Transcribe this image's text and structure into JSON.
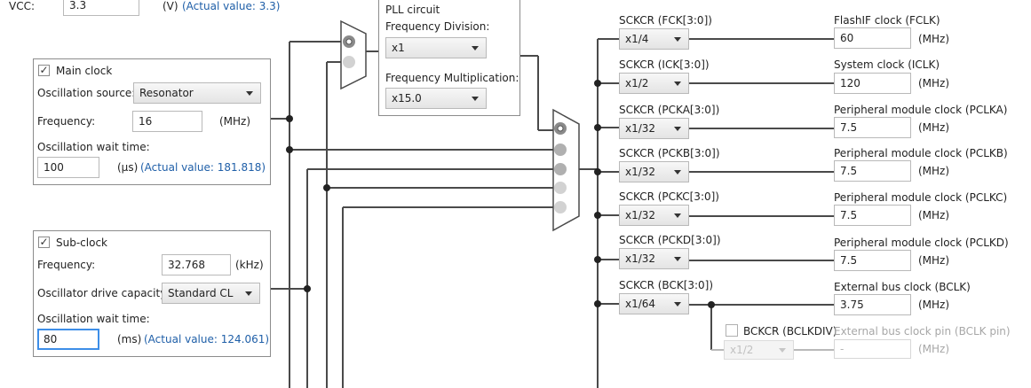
{
  "vcc": {
    "label": "VCC:",
    "value": "3.3",
    "unit": "(V)",
    "actual": "(Actual value: 3.3)"
  },
  "main_clock": {
    "title": "Main clock",
    "checked": true,
    "osc_source_label": "Oscillation source:",
    "osc_source_value": "Resonator",
    "freq_label": "Frequency:",
    "freq_value": "16",
    "freq_unit": "(MHz)",
    "wait_label": "Oscillation wait time:",
    "wait_value": "100",
    "wait_unit": "(μs)",
    "wait_actual": "(Actual value: 181.818)"
  },
  "sub_clock": {
    "title": "Sub-clock",
    "checked": true,
    "freq_label": "Frequency:",
    "freq_value": "32.768",
    "freq_unit": "(kHz)",
    "drive_label": "Oscillator drive capacity:",
    "drive_value": "Standard CL",
    "wait_label": "Oscillation wait time:",
    "wait_value": "80",
    "wait_unit": "(ms)",
    "wait_actual": "(Actual value: 124.061)"
  },
  "pll": {
    "title": "PLL circuit",
    "div_label": "Frequency Division:",
    "div_value": "x1",
    "mul_label": "Frequency Multiplication:",
    "mul_value": "x15.0"
  },
  "dividers": [
    {
      "label": "SCKCR (FCK[3:0])",
      "value": "x1/4",
      "out_label": "FlashIF clock (FCLK)",
      "out_value": "60",
      "unit": "(MHz)"
    },
    {
      "label": "SCKCR (ICK[3:0])",
      "value": "x1/2",
      "out_label": "System clock (ICLK)",
      "out_value": "120",
      "unit": "(MHz)"
    },
    {
      "label": "SCKCR (PCKA[3:0])",
      "value": "x1/32",
      "out_label": "Peripheral module clock (PCLKA)",
      "out_value": "7.5",
      "unit": "(MHz)"
    },
    {
      "label": "SCKCR (PCKB[3:0])",
      "value": "x1/32",
      "out_label": "Peripheral module clock (PCLKB)",
      "out_value": "7.5",
      "unit": "(MHz)"
    },
    {
      "label": "SCKCR (PCKC[3:0])",
      "value": "x1/32",
      "out_label": "Peripheral module clock (PCLKC)",
      "out_value": "7.5",
      "unit": "(MHz)"
    },
    {
      "label": "SCKCR (PCKD[3:0])",
      "value": "x1/32",
      "out_label": "Peripheral module clock (PCLKD)",
      "out_value": "7.5",
      "unit": "(MHz)"
    },
    {
      "label": "SCKCR (BCK[3:0])",
      "value": "x1/64",
      "out_label": "External bus clock (BCLK)",
      "out_value": "3.75",
      "unit": "(MHz)"
    }
  ],
  "bclkdiv": {
    "checkbox_label": "BCKCR (BCLKDIV)",
    "checked": false,
    "select_value": "x1/2",
    "out_label": "External bus clock pin (BCLK pin)",
    "out_value": "-",
    "unit": "(MHz)"
  },
  "colors": {
    "wire": "#4a4a4a",
    "accent_blue": "#1f5fa8",
    "focus": "#3d8ee8",
    "selected_radio": "#8a8a8a",
    "radio": "#d2d2d2"
  },
  "icons": {
    "checkbox": "check-mark",
    "dropdown": "chevron-down-icon"
  }
}
